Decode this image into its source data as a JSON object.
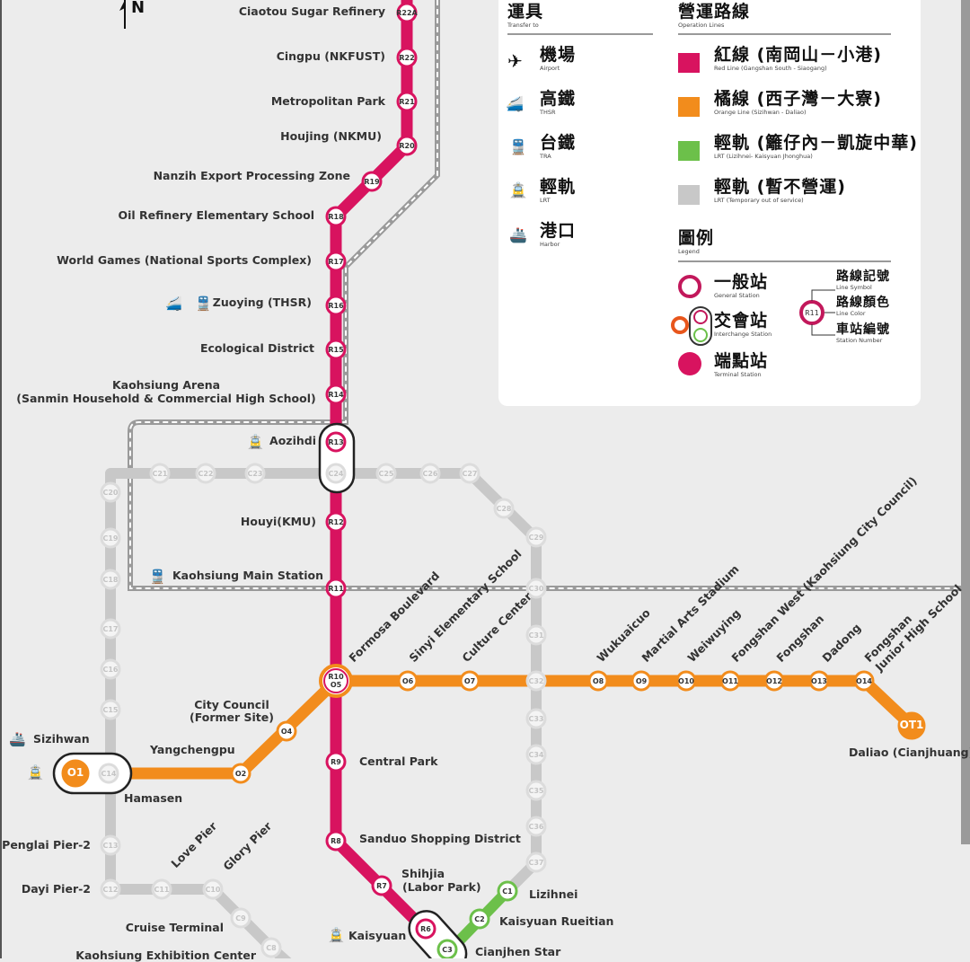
{
  "compass": {
    "label": "N"
  },
  "colors": {
    "red": "#d8135f",
    "orange": "#f28c1c",
    "green": "#6cc04a",
    "gray": "#c8c8c8",
    "background": "#ececec"
  },
  "lines": {
    "red": [
      "R22A",
      "R22",
      "R21",
      "R20",
      "R19",
      "R18",
      "R17",
      "R16",
      "R15",
      "R14",
      "R13",
      "R12",
      "R11",
      "R10",
      "R9",
      "R8",
      "R7",
      "R6"
    ],
    "orange": [
      "O1",
      "O2",
      "O4",
      "O5",
      "O6",
      "O7",
      "O8",
      "O9",
      "O10",
      "O11",
      "O12",
      "O13",
      "O14",
      "OT1"
    ],
    "gray": [
      "C8",
      "C9",
      "C10",
      "C11",
      "C12",
      "C13",
      "C14",
      "C15",
      "C16",
      "C17",
      "C18",
      "C19",
      "C20",
      "C21",
      "C22",
      "C23",
      "C24",
      "C25",
      "C26",
      "C27",
      "C28",
      "C29",
      "C30",
      "C31",
      "C32",
      "C33",
      "C34",
      "C35",
      "C36",
      "C37"
    ],
    "green": [
      "C1",
      "C2",
      "C3"
    ]
  },
  "interchange_label": "R10\nO5",
  "stations": {
    "R22A": "Ciaotou Sugar Refinery",
    "R22": "Cingpu (NKFUST)",
    "R21": "Metropolitan Park",
    "R20": "Houjing (NKMU)",
    "R19": "Nanzih Export Processing Zone",
    "R18": "Oil Refinery Elementary School",
    "R17": "World Games (National Sports Complex)",
    "R16": "Zuoying (THSR)",
    "R15": "Ecological District",
    "R14a": "Kaohsiung Arena",
    "R14b": "(Sanmin Household & Commercial High School)",
    "R13": "Aozihdi",
    "R12": "Houyi(KMU)",
    "R11": "Kaohsiung Main Station",
    "R10": "Formosa Boulevard",
    "R9": "Central Park",
    "R8": "Sanduo Shopping District",
    "R7a": "Shihjia",
    "R7b": "(Labor Park)",
    "R6": "Kaisyuan",
    "O1": "Sizihwan",
    "O2": "Yangchengpu",
    "O4a": "City Council",
    "O4b": "(Former Site)",
    "O6": "Sinyi Elementary School",
    "O7": "Culture Center",
    "O8": "Wukuaicuo",
    "O9": "Martial Arts Stadium",
    "O10": "Weiwuying",
    "O11": "Fongshan West (Kaohsiung City Council)",
    "O12": "Fongshan",
    "O13": "Dadong",
    "O14a": "Fongshan",
    "O14b": "Junior High School",
    "OT1": "Daliao (Cianjhuang)",
    "C14": "Hamasen",
    "C13": "Penglai Pier-2",
    "C12": "Dayi Pier-2",
    "C11": "Love Pier",
    "C10": "Glory Pier",
    "C9": "Cruise Terminal",
    "C8": "Kaohsiung Exhibition Center",
    "C1": "Lizihnei",
    "C2": "Kaisyuan Rueitian",
    "C3": "Cianjhen Star"
  },
  "legend": {
    "transfer": {
      "zh": "運具",
      "en": "Transfer to"
    },
    "transfer_items": [
      {
        "zh": "機場",
        "en": "Airport",
        "icon": "airplane-icon"
      },
      {
        "zh": "高鐵",
        "en": "THSR",
        "icon": "thsr-train-icon"
      },
      {
        "zh": "台鐵",
        "en": "TRA",
        "icon": "tra-train-icon"
      },
      {
        "zh": "輕軌",
        "en": "LRT",
        "icon": "lrt-tram-icon"
      },
      {
        "zh": "港口",
        "en": "Harbor",
        "icon": "ship-icon"
      }
    ],
    "lines": {
      "zh": "營運路線",
      "en": "Operation Lines"
    },
    "line_items": [
      {
        "zh": "紅線 (南岡山－小港)",
        "en": "Red Line (Gangshan South - Siaogang)",
        "color": "#d8135f"
      },
      {
        "zh": "橘線 (西子灣－大寮)",
        "en": "Orange Line (Sizihwan - Daliao)",
        "color": "#f28c1c"
      },
      {
        "zh": "輕軌 (籬仔內－凱旋中華)",
        "en": "LRT (Lizihnei- Kaisyuan Jhonghua)",
        "color": "#6cc04a"
      },
      {
        "zh": "輕軌 (暫不營運)",
        "en": "LRT (Temporary out of service)",
        "color": "#c8c8c8"
      }
    ],
    "legend": {
      "zh": "圖例",
      "en": "Legend"
    },
    "symbols": [
      {
        "zh": "一般站",
        "en": "General Station"
      },
      {
        "zh": "交會站",
        "en": "Interchange Station"
      },
      {
        "zh": "端點站",
        "en": "Terminal Station"
      }
    ],
    "sample_station": "R11",
    "annotations": [
      {
        "zh": "路線記號",
        "en": "Line Symbol"
      },
      {
        "zh": "路線顏色",
        "en": "Line Color"
      },
      {
        "zh": "車站編號",
        "en": "Station Number"
      }
    ]
  }
}
